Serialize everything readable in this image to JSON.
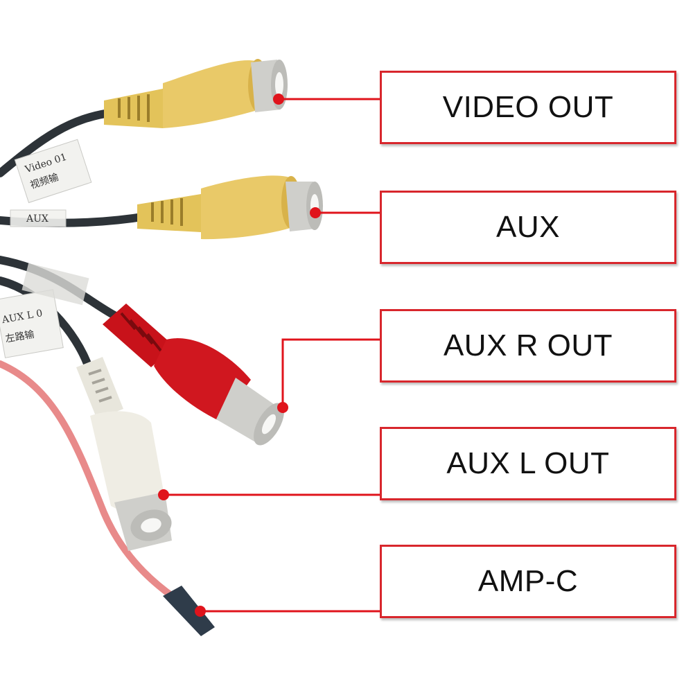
{
  "colors": {
    "accent_red": "#e0141c",
    "yellow_plug": "#e3c35a",
    "red_plug": "#c8121a",
    "white_plug": "#e8e6dc",
    "cable": "#2d3338",
    "pink_wire": "#e88a8a"
  },
  "labels": [
    {
      "id": "video_out",
      "text": "VIDEO OUT"
    },
    {
      "id": "aux",
      "text": "AUX"
    },
    {
      "id": "aux_r_out",
      "text": "AUX R OUT"
    },
    {
      "id": "aux_l_out",
      "text": "AUX L OUT"
    },
    {
      "id": "amp_c",
      "text": "AMP-C"
    }
  ],
  "cable_tags": {
    "video_tag": "Video 01",
    "video_tag_cn": "视频输",
    "aux_tag": "AUX",
    "aux_l_tag": "AUX L 0",
    "aux_l_tag_cn": "左路输"
  }
}
